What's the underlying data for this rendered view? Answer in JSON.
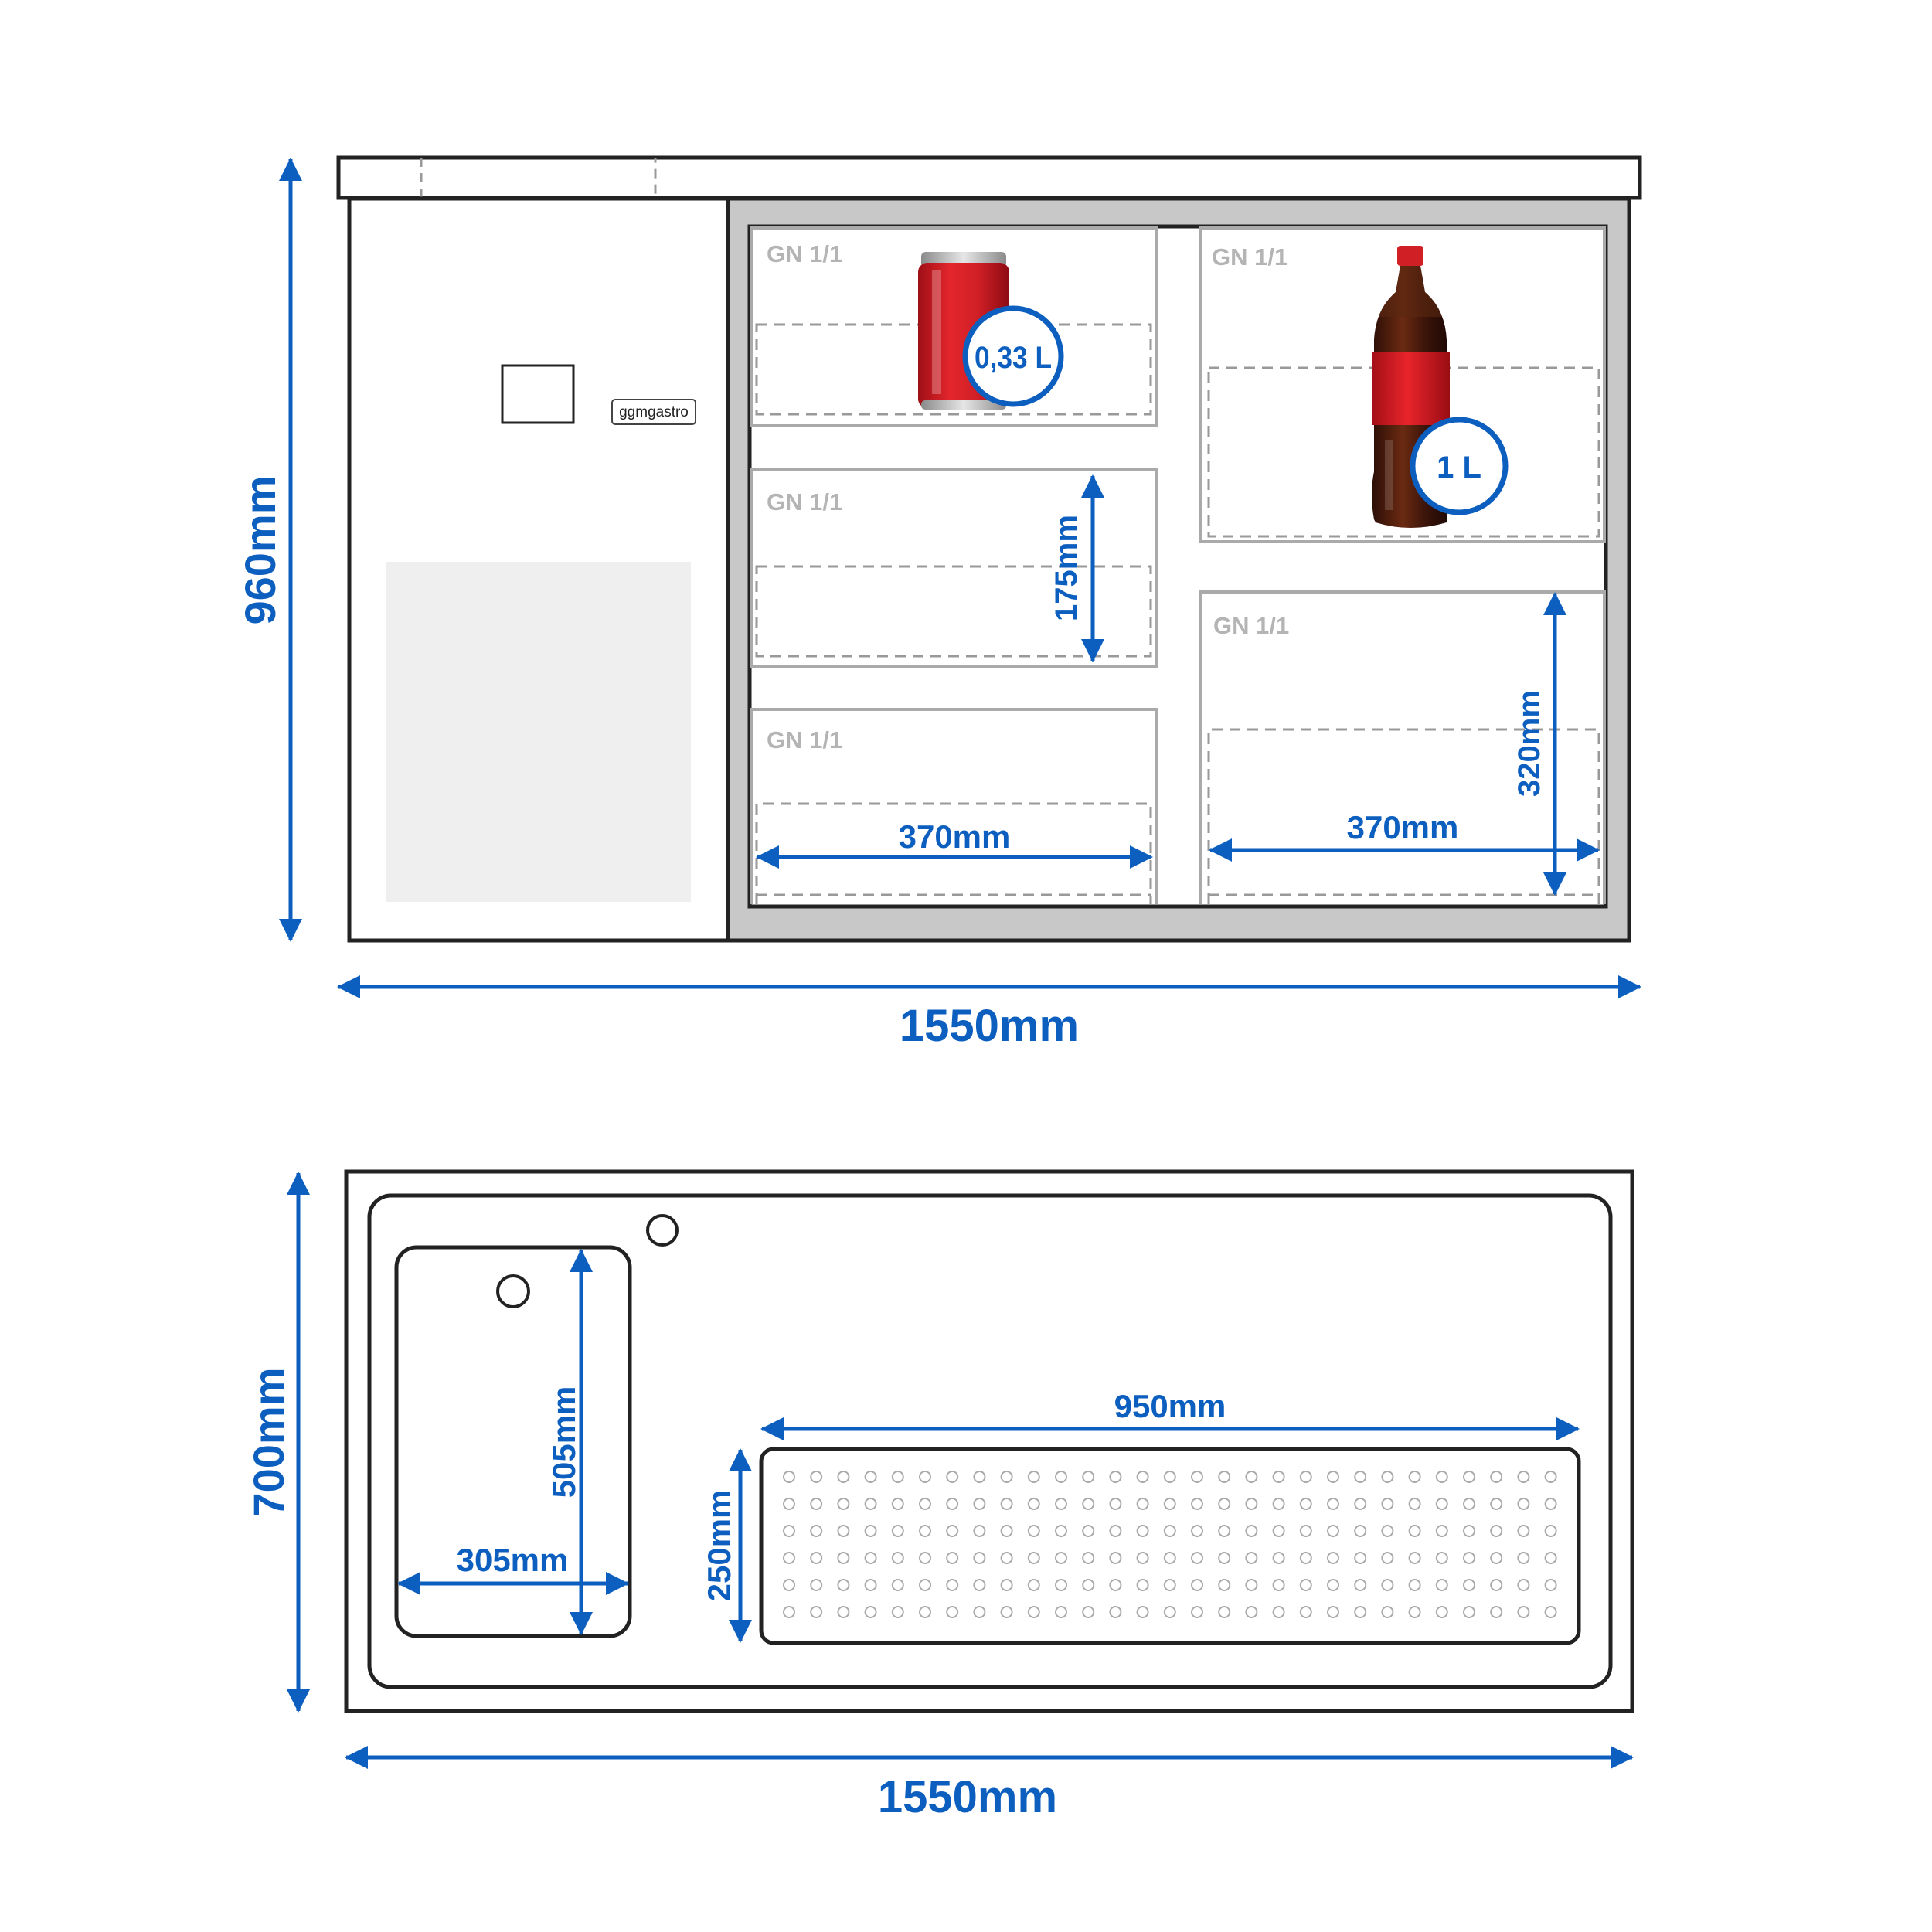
{
  "front_view": {
    "height_label": "960mm",
    "width_label": "1550mm",
    "brand_label": "ggmgastro",
    "bins": [
      {
        "label": "GN 1/1"
      },
      {
        "label": "GN 1/1"
      },
      {
        "label": "GN 1/1"
      },
      {
        "label": "GN 1/1"
      },
      {
        "label": "GN 1/1"
      }
    ],
    "bin_height_small": "175mm",
    "bin_height_large": "320mm",
    "bin_width_left": "370mm",
    "bin_width_right": "370mm",
    "can_volume": "0,33 L",
    "bottle_volume": "1 L"
  },
  "top_view": {
    "height_label": "700mm",
    "width_label": "1550mm",
    "sink_height": "505mm",
    "sink_width": "305mm",
    "drip_tray_width": "950mm",
    "drip_tray_height": "250mm"
  },
  "colors": {
    "dimension_blue": "#0d5fbf",
    "can_red": "#d31f26",
    "outline": "#222222"
  }
}
